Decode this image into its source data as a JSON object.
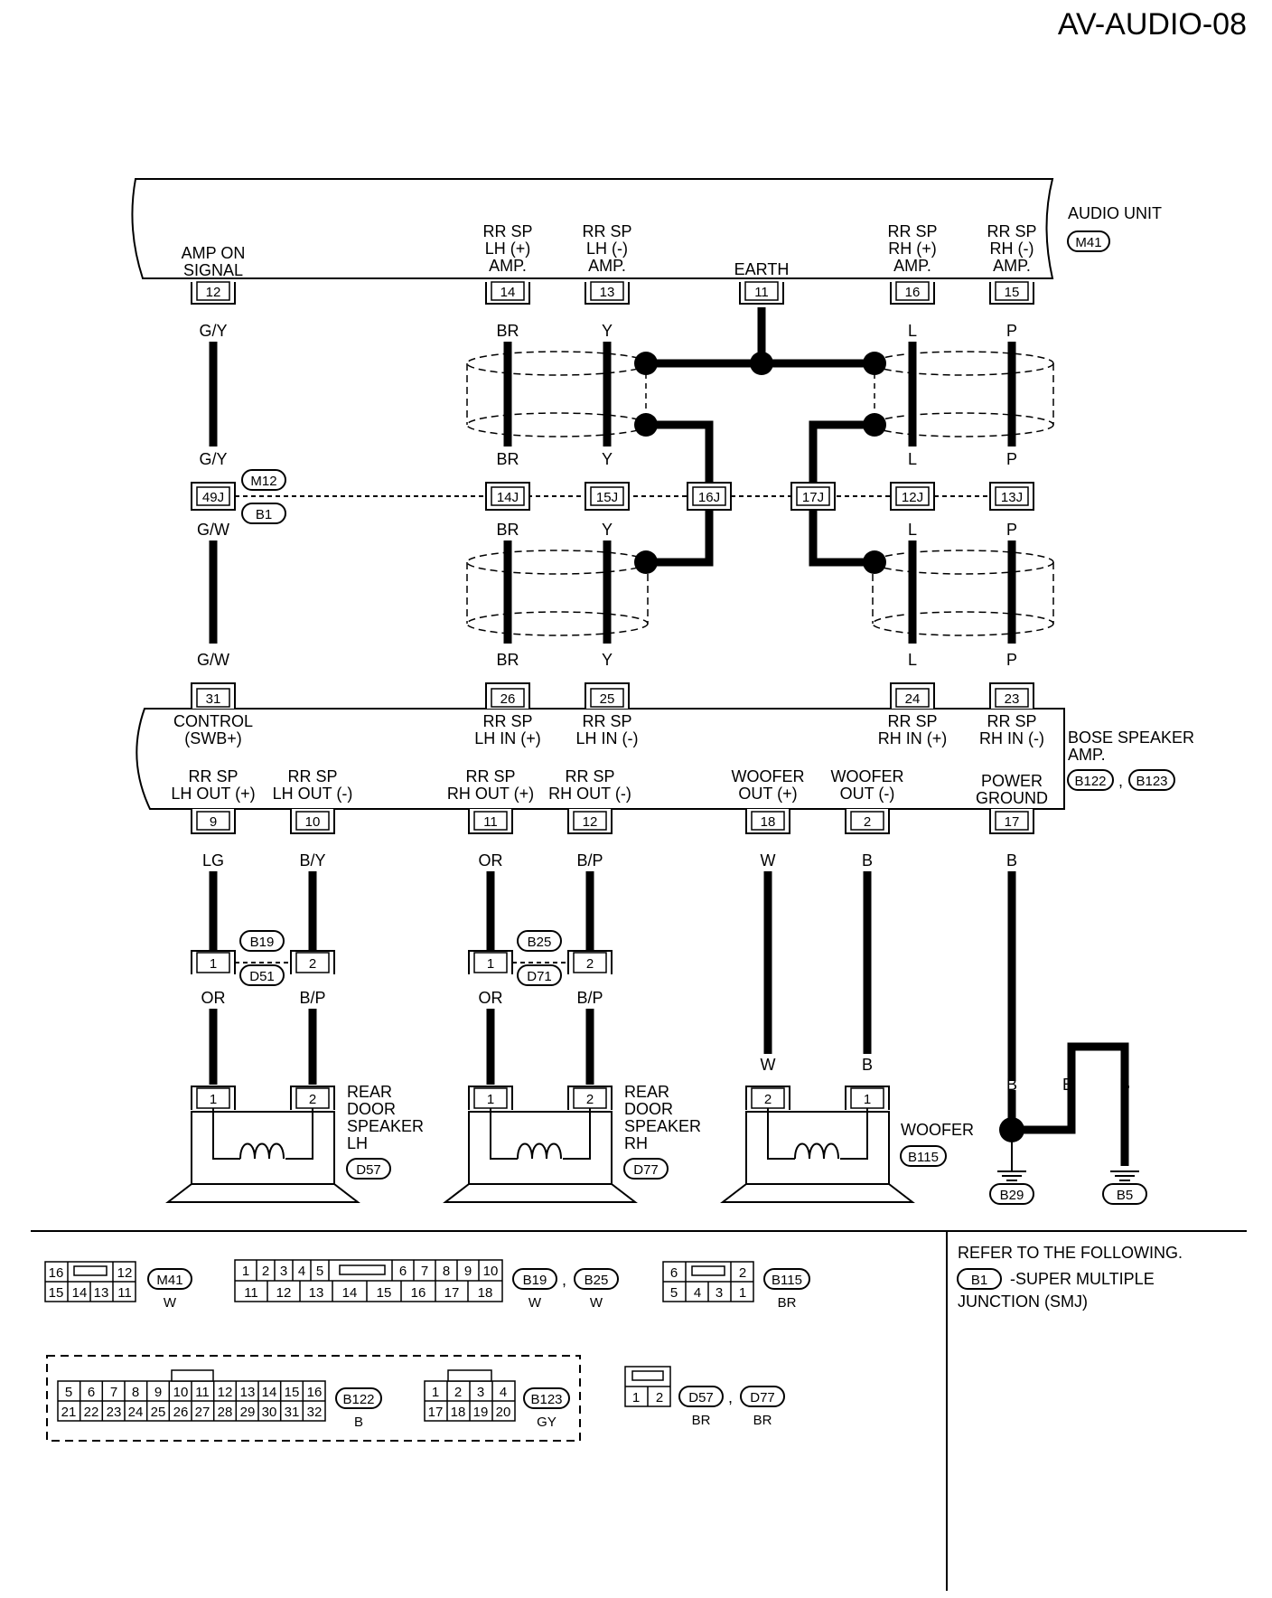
{
  "page_code": "AV-AUDIO-08",
  "audio_unit": {
    "name": "AUDIO UNIT",
    "connector": "M41",
    "terminals": [
      {
        "pin": "12",
        "label": [
          "AMP ON",
          "SIGNAL"
        ]
      },
      {
        "pin": "14",
        "label": [
          "RR SP",
          "LH (+)",
          "AMP."
        ]
      },
      {
        "pin": "13",
        "label": [
          "RR SP",
          "LH (-)",
          "AMP."
        ]
      },
      {
        "pin": "11",
        "label": [
          "EARTH"
        ]
      },
      {
        "pin": "16",
        "label": [
          "RR SP",
          "RH (+)",
          "AMP."
        ]
      },
      {
        "pin": "15",
        "label": [
          "RR SP",
          "RH (-)",
          "AMP."
        ]
      }
    ]
  },
  "junction": {
    "connectors": [
      "M12",
      "B1"
    ],
    "pins": [
      "49J",
      "14J",
      "15J",
      "16J",
      "17J",
      "12J",
      "13J"
    ]
  },
  "wire_colors": {
    "amp_on_upper": "G/Y",
    "amp_on_lower": "G/W",
    "lh_plus": "BR",
    "lh_minus": "Y",
    "rh_plus": "L",
    "rh_minus": "P"
  },
  "bose_amp": {
    "name": [
      "BOSE SPEAKER",
      "AMP."
    ],
    "connectors": [
      "B122",
      "B123"
    ],
    "input_terminals": [
      {
        "pin": "31",
        "label": [
          "CONTROL",
          "(SWB+)"
        ]
      },
      {
        "pin": "26",
        "label": [
          "RR SP",
          "LH IN (+)"
        ]
      },
      {
        "pin": "25",
        "label": [
          "RR SP",
          "LH IN (-)"
        ]
      },
      {
        "pin": "24",
        "label": [
          "RR SP",
          "RH IN (+)"
        ]
      },
      {
        "pin": "23",
        "label": [
          "RR SP",
          "RH IN (-)"
        ]
      }
    ],
    "output_terminals": [
      {
        "pin": "9",
        "label": [
          "RR SP",
          "LH OUT (+)"
        ],
        "wire": "LG"
      },
      {
        "pin": "10",
        "label": [
          "RR SP",
          "LH OUT (-)"
        ],
        "wire": "B/Y"
      },
      {
        "pin": "11",
        "label": [
          "RR SP",
          "RH OUT (+)"
        ],
        "wire": "OR"
      },
      {
        "pin": "12",
        "label": [
          "RR SP",
          "RH OUT (-)"
        ],
        "wire": "B/P"
      },
      {
        "pin": "18",
        "label": [
          "WOOFER",
          "OUT (+)"
        ],
        "wire": "W"
      },
      {
        "pin": "2",
        "label": [
          "WOOFER",
          "OUT (-)"
        ],
        "wire": "B"
      },
      {
        "pin": "17",
        "label": [
          "POWER",
          "GROUND"
        ],
        "wire": "B"
      }
    ]
  },
  "door_joints": [
    {
      "top": "B19",
      "bottom": "D51",
      "pins": [
        "1",
        "2"
      ],
      "wires_below": [
        "OR",
        "B/P"
      ]
    },
    {
      "top": "B25",
      "bottom": "D71",
      "pins": [
        "1",
        "2"
      ],
      "wires_below": [
        "OR",
        "B/P"
      ]
    }
  ],
  "speakers": [
    {
      "name": [
        "REAR",
        "DOOR",
        "SPEAKER",
        "LH"
      ],
      "connector": "D57",
      "pins": [
        "1",
        "2"
      ]
    },
    {
      "name": [
        "REAR",
        "DOOR",
        "SPEAKER",
        "RH"
      ],
      "connector": "D77",
      "pins": [
        "1",
        "2"
      ]
    },
    {
      "name": [
        "WOOFER"
      ],
      "connector": "B115",
      "pins": [
        "2",
        "1"
      ],
      "wires": [
        "W",
        "B"
      ]
    }
  ],
  "grounds": {
    "points": [
      "B29",
      "B5"
    ],
    "wires": [
      "B",
      "B",
      "B"
    ]
  },
  "connector_views": {
    "m41": {
      "top": [
        "16",
        "12"
      ],
      "bottom": [
        "15",
        "14",
        "13",
        "11"
      ],
      "code": "M41",
      "color": "W"
    },
    "b19_b25": {
      "top": [
        "1",
        "2",
        "3",
        "4",
        "5",
        "6",
        "7",
        "8",
        "9",
        "10"
      ],
      "bottom": [
        "11",
        "12",
        "13",
        "14",
        "15",
        "16",
        "17",
        "18"
      ],
      "codes": [
        "B19",
        "B25"
      ],
      "colors": [
        "W",
        "W"
      ]
    },
    "b115": {
      "top": [
        "6",
        "2"
      ],
      "bottom": [
        "5",
        "4",
        "3",
        "1"
      ],
      "code": "B115",
      "color": "BR"
    },
    "b122": {
      "top": [
        "5",
        "6",
        "7",
        "8",
        "9",
        "10",
        "11",
        "12",
        "13",
        "14",
        "15",
        "16"
      ],
      "bottom": [
        "21",
        "22",
        "23",
        "24",
        "25",
        "26",
        "27",
        "28",
        "29",
        "30",
        "31",
        "32"
      ],
      "code": "B122",
      "color": "B"
    },
    "b123": {
      "top": [
        "1",
        "2",
        "3",
        "4"
      ],
      "bottom": [
        "17",
        "18",
        "19",
        "20"
      ],
      "code": "B123",
      "color": "GY"
    },
    "d57_d77": {
      "pins": [
        "1",
        "2"
      ],
      "codes": [
        "D57",
        "D77"
      ],
      "colors": [
        "BR",
        "BR"
      ]
    }
  },
  "refer_note": {
    "heading": "REFER TO THE FOLLOWING.",
    "connector": "B1",
    "text1": "-SUPER MULTIPLE",
    "text2": "JUNCTION (SMJ)"
  }
}
